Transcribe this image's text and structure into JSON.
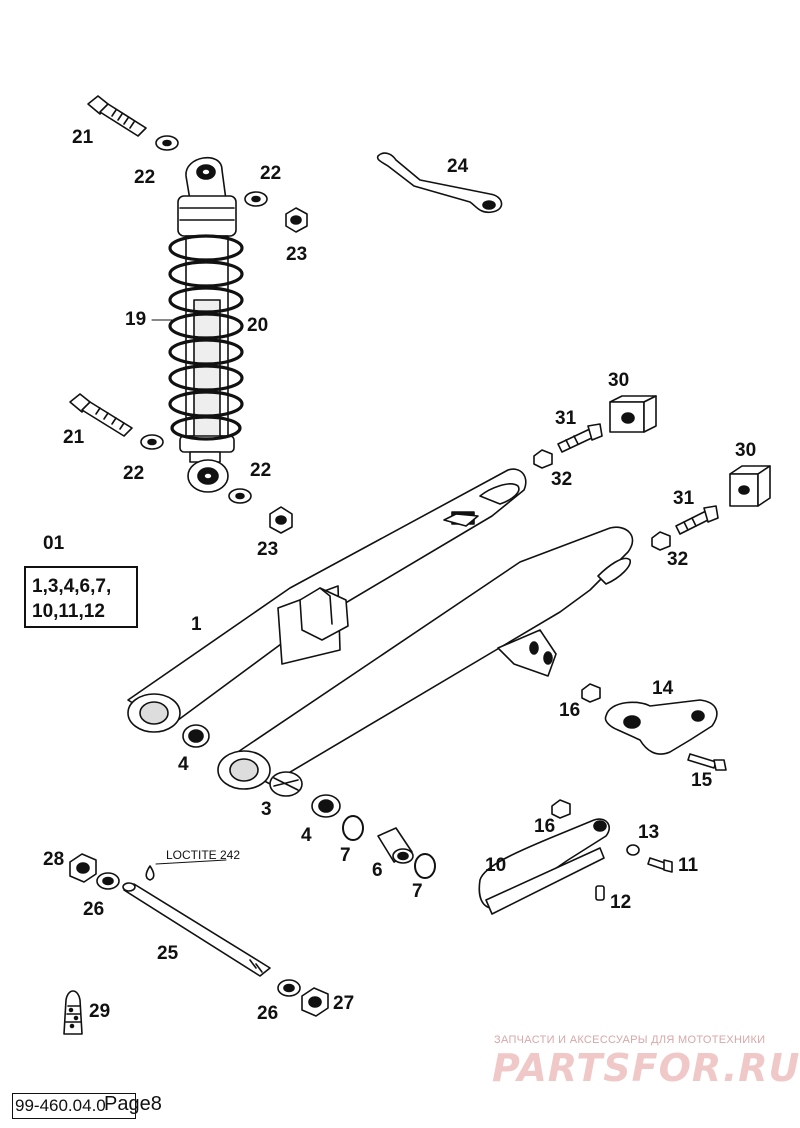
{
  "callouts": {
    "c21a": "21",
    "c22a": "22",
    "c22b": "22",
    "c23a": "23",
    "c24": "24",
    "c19": "19",
    "c20": "20",
    "c21b": "21",
    "c22c": "22",
    "c22d": "22",
    "c23b": "23",
    "c30a": "30",
    "c31a": "31",
    "c32a": "32",
    "c30b": "30",
    "c31b": "31",
    "c32b": "32",
    "c01": "01",
    "c1": "1",
    "c14": "14",
    "c16a": "16",
    "c15": "15",
    "c4a": "4",
    "c3": "3",
    "c4b": "4",
    "c7a": "7",
    "c6": "6",
    "c7b": "7",
    "c28": "28",
    "c26a": "26",
    "c25": "25",
    "c29": "29",
    "c26b": "26",
    "c27": "27",
    "c16b": "16",
    "c13": "13",
    "c10": "10",
    "c11": "11",
    "c12": "12"
  },
  "kit_box": {
    "line1": "1,3,4,6,7,",
    "line2": "10,11,12"
  },
  "loctite_label": "LOCTITE 242",
  "watermark": {
    "top": "ЗАПЧАСТИ И АКСЕССУАРЫ ДЛЯ МОТОТЕХНИКИ",
    "logo": "PARTSFOR.RU"
  },
  "footer": {
    "code": "99-460.04.0",
    "page": "Page8"
  }
}
